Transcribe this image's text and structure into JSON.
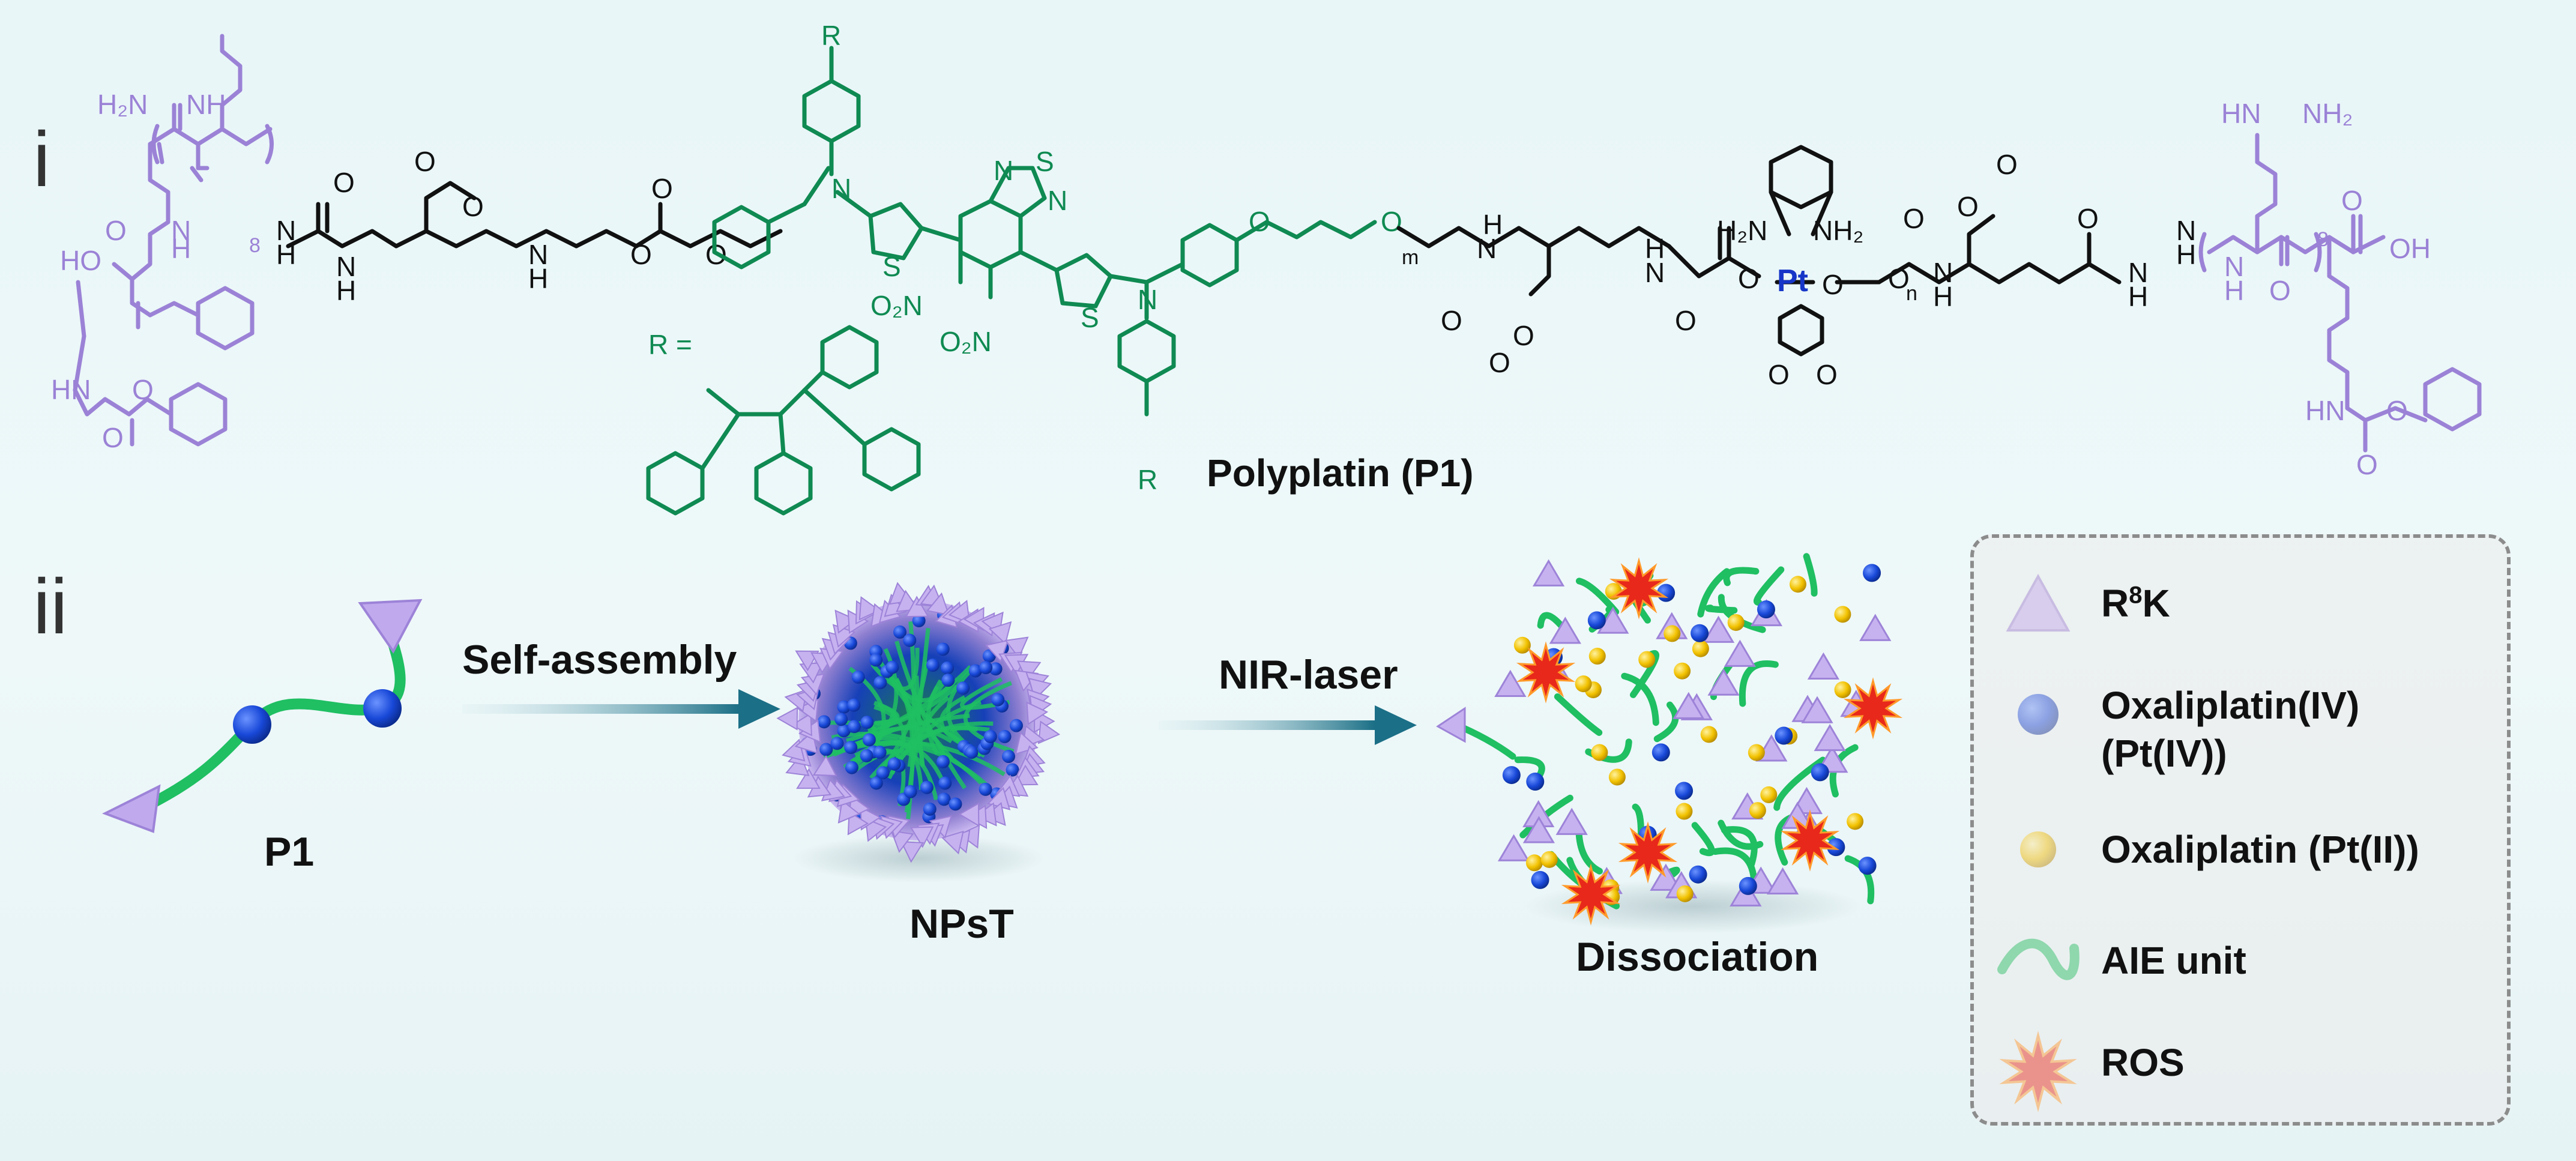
{
  "panels": {
    "i": "i",
    "ii": "ii"
  },
  "structure": {
    "labels": {
      "h2n_left": "H₂N",
      "nh_left": "NH",
      "ho": "HO",
      "oh": "OH",
      "n_sub": "8",
      "r_eq": "R =",
      "r": "R",
      "no2": "O₂N",
      "s": "S",
      "n": "N",
      "o": "O",
      "h": "H",
      "nh2": "NH₂",
      "h2n": "H₂N",
      "hn": "HN",
      "pt": "Pt",
      "m": "m",
      "n_rep": "n"
    },
    "title": "Polyplatin (P1)",
    "colors": {
      "peptide": "#9b82d6",
      "aie": "#0f8a52",
      "pt": "#1736c8",
      "bond": "#111111"
    }
  },
  "scheme": {
    "p1_label": "P1",
    "step1_label": "Self-assembly",
    "nanoparticle_label": "NPsT",
    "step2_label": "NIR-laser",
    "dissociation_label": "Dissociation"
  },
  "legend": {
    "items": [
      {
        "symbol": "purple-triangle",
        "label_main": "R",
        "label_sup": "8",
        "label_end": "K",
        "color": "#b79ae8"
      },
      {
        "symbol": "blue-sphere",
        "label_line1": "Oxaliplatin(IV)",
        "label_line2": "(Pt(IV))",
        "color": "#1848d8"
      },
      {
        "symbol": "yellow-sphere",
        "label_line1": "Oxaliplatin (Pt(II))",
        "color": "#f2c200"
      },
      {
        "symbol": "green-chain",
        "label_line1": "AIE unit",
        "color": "#1fbf62"
      },
      {
        "symbol": "red-star",
        "label_line1": "ROS",
        "color": "#e8281a"
      }
    ]
  }
}
